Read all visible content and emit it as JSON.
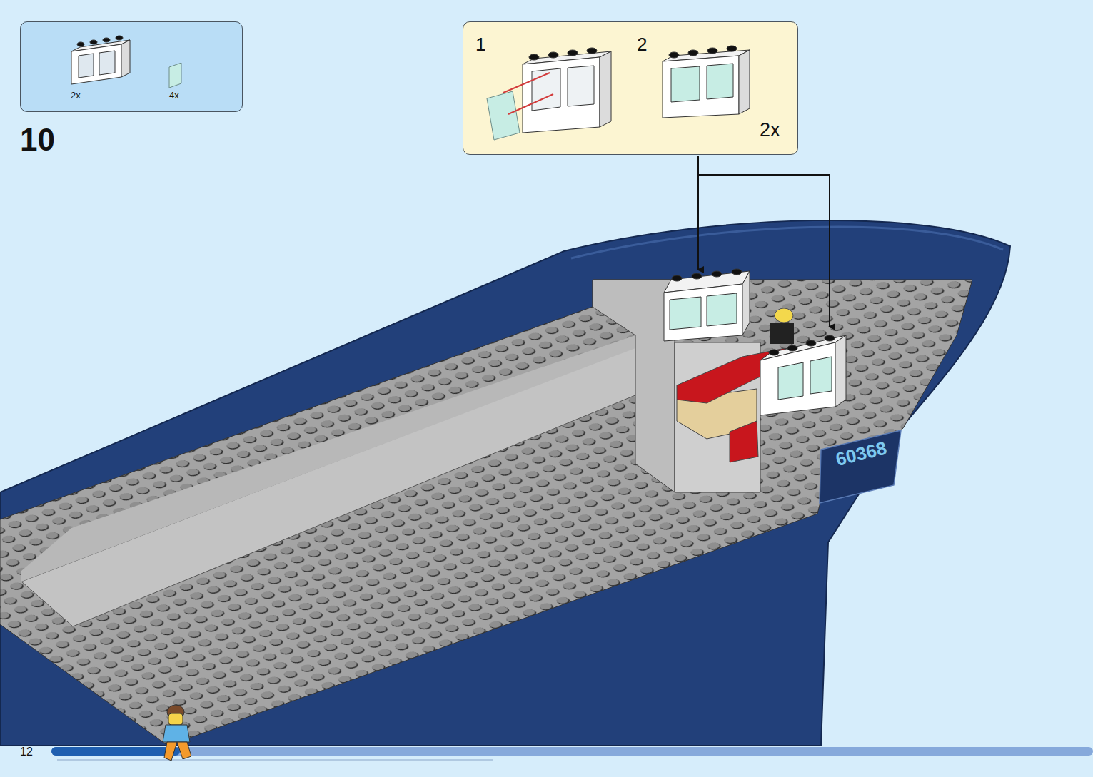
{
  "diagram": {
    "nodes": [
      {
        "text": [
          "2x",
          "4x"
        ]
      },
      {
        "text": [
          "1",
          "2",
          "2x"
        ]
      }
    ],
    "labels": [
      "10",
      "60368",
      "12"
    ]
  }
}
